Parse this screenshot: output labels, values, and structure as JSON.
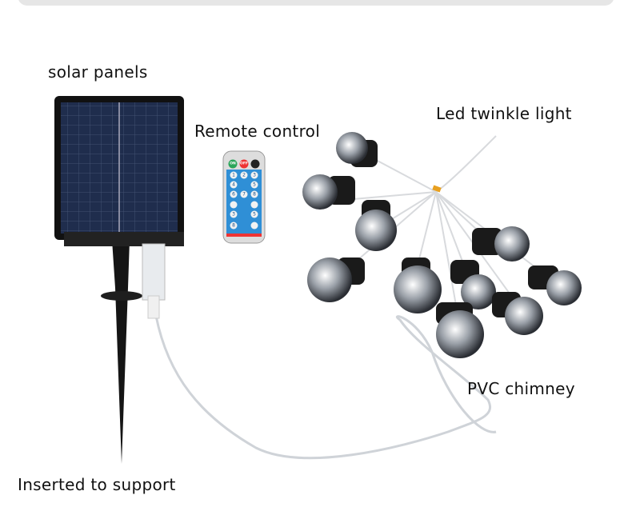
{
  "labels": {
    "solar_panels": "solar panels",
    "remote_control": "Remote control",
    "led_twinkle_light": "Led twinkle light",
    "pvc_chimney": "PVC chimney",
    "inserted_to_support": "Inserted to support"
  },
  "remote": {
    "on": "ON",
    "off": "OFF",
    "keys": [
      "1",
      "2",
      "3",
      "4",
      "5",
      "6",
      "7",
      "8",
      "3",
      "5",
      "8"
    ]
  },
  "colors": {
    "panel": "#1e2c4a",
    "body": "#1a1a1a",
    "remote_blue": "#2f8fd6",
    "topbar": "#e6e6e6"
  }
}
